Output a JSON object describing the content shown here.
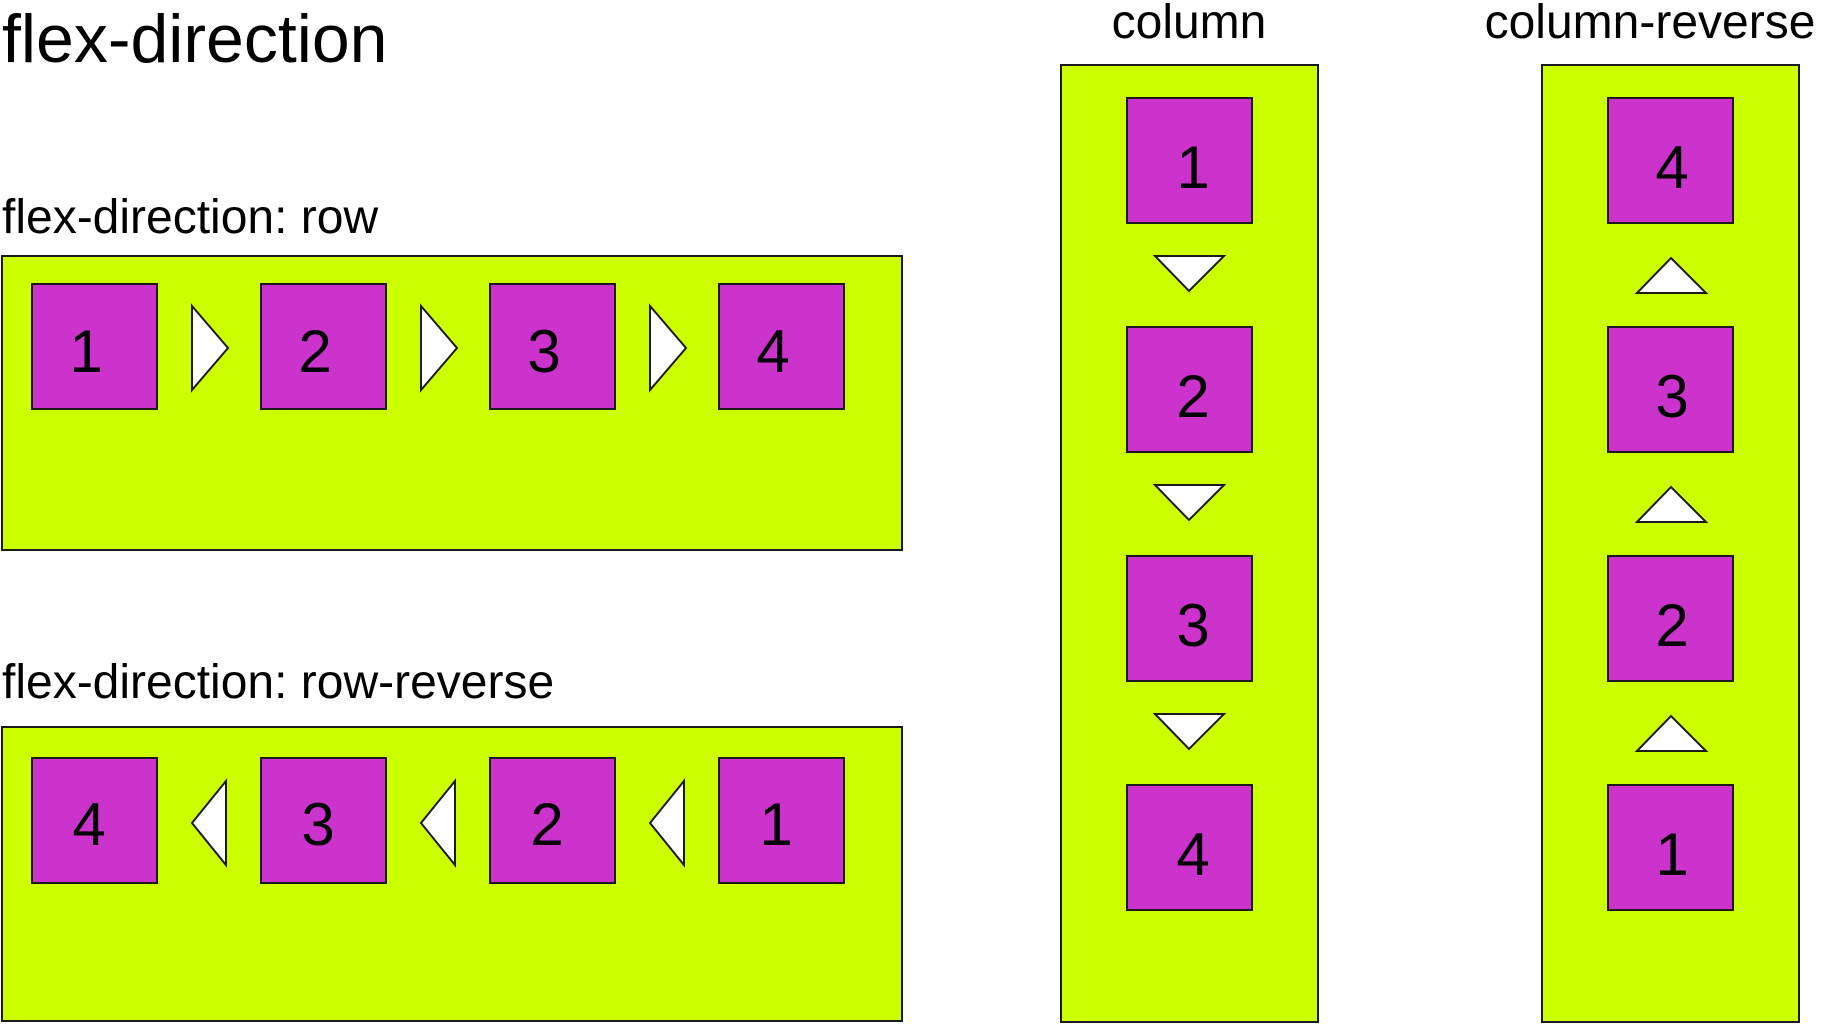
{
  "title": "flex-direction",
  "colors": {
    "container": "#ccff00",
    "item": "#cc33cc",
    "arrow_fill": "#ffffff",
    "stroke": "#1a1a1a",
    "text": "#000000"
  },
  "panels": {
    "row": {
      "label": "flex-direction: row",
      "direction": "row",
      "items": [
        "1",
        "2",
        "3",
        "4"
      ],
      "arrow": "right"
    },
    "row_reverse": {
      "label": "flex-direction: row-reverse",
      "direction": "row-reverse",
      "items": [
        "4",
        "3",
        "2",
        "1"
      ],
      "arrow": "left"
    },
    "column": {
      "label": "column",
      "direction": "column",
      "items": [
        "1",
        "2",
        "3",
        "4"
      ],
      "arrow": "down"
    },
    "column_reverse": {
      "label": "column-reverse",
      "direction": "column-reverse",
      "items": [
        "4",
        "3",
        "2",
        "1"
      ],
      "arrow": "up"
    }
  }
}
